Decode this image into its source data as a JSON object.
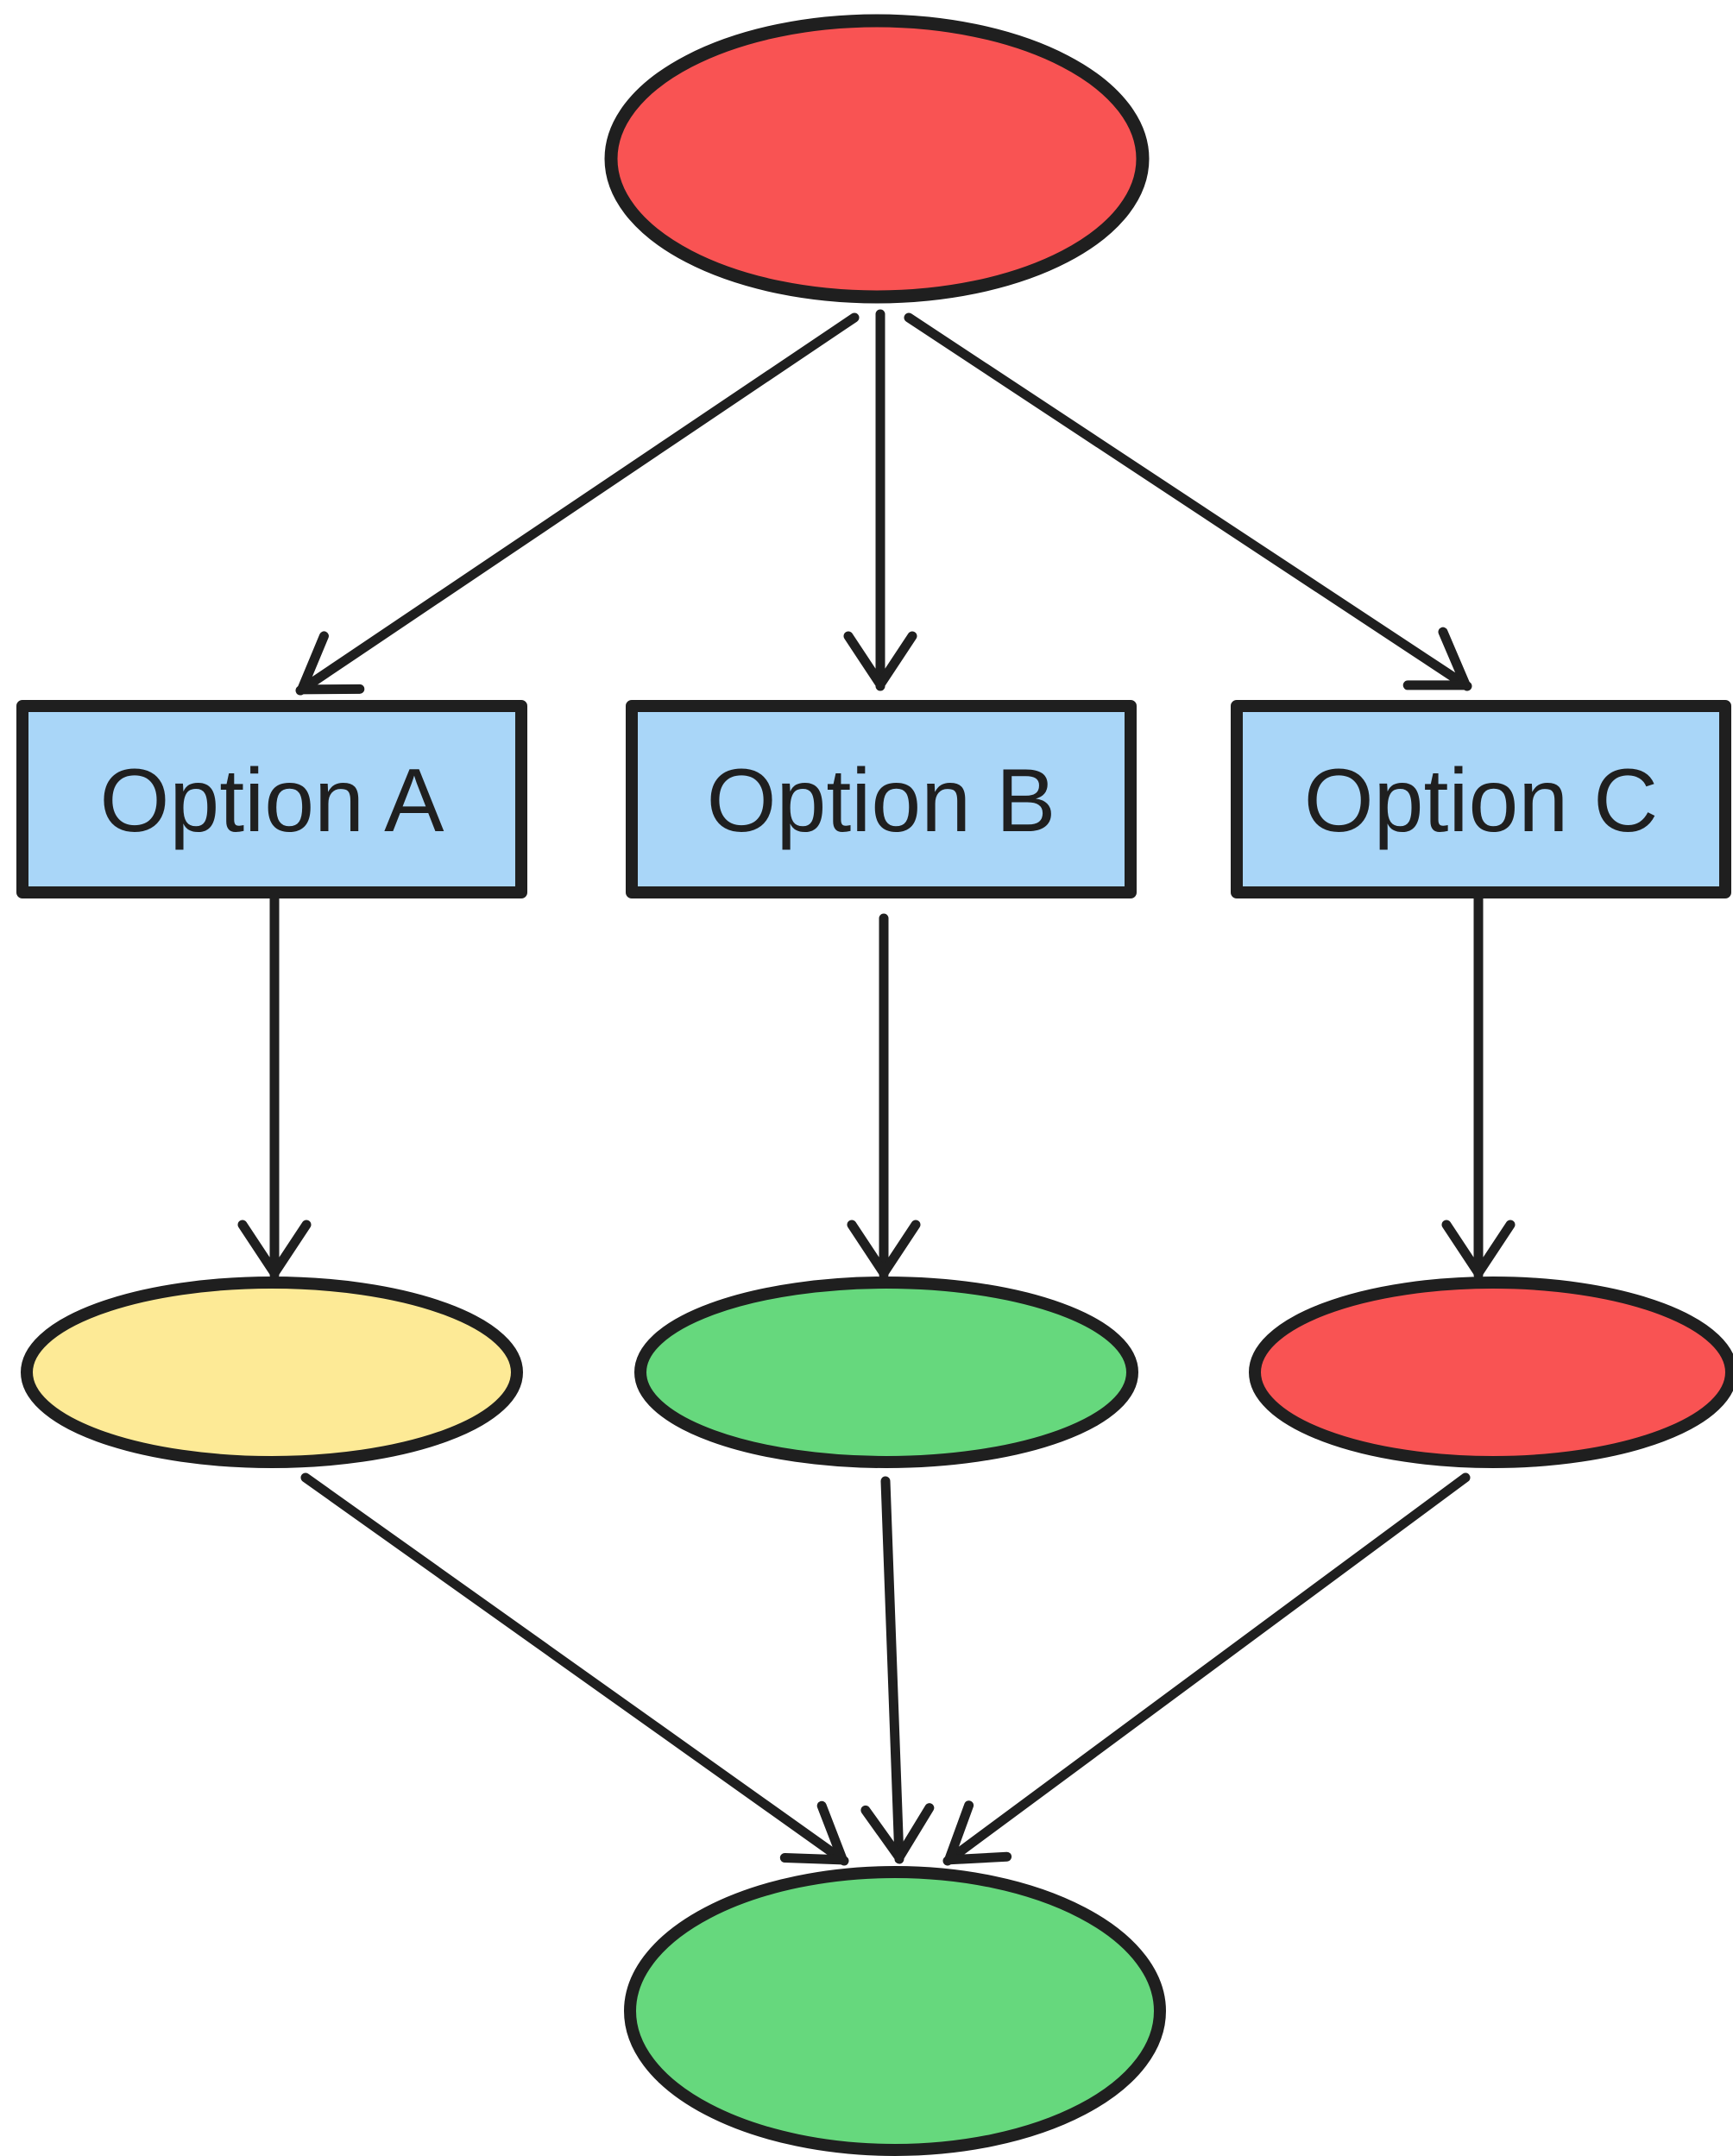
{
  "diagram": {
    "background": "#ffffff",
    "stroke_color": "#1f1f1f",
    "node_fill_blue": "#a9d6f8",
    "node_fill_red": "#f95353",
    "node_fill_yellow": "#fdea96",
    "node_fill_green": "#66d87d",
    "nodes": [
      {
        "id": "start",
        "shape": "ellipse",
        "label": "",
        "fill": "#f95353"
      },
      {
        "id": "option-a",
        "shape": "rect",
        "label": "Option A",
        "fill": "#a9d6f8"
      },
      {
        "id": "option-b",
        "shape": "rect",
        "label": "Option B",
        "fill": "#a9d6f8"
      },
      {
        "id": "option-c",
        "shape": "rect",
        "label": "Option C",
        "fill": "#a9d6f8"
      },
      {
        "id": "result-a",
        "shape": "ellipse",
        "label": "",
        "fill": "#fdea96"
      },
      {
        "id": "result-b",
        "shape": "ellipse",
        "label": "",
        "fill": "#66d87d"
      },
      {
        "id": "result-c",
        "shape": "ellipse",
        "label": "",
        "fill": "#f95353"
      },
      {
        "id": "end",
        "shape": "ellipse",
        "label": "",
        "fill": "#66d87d"
      }
    ],
    "edges": [
      {
        "from": "start",
        "to": "option-a"
      },
      {
        "from": "start",
        "to": "option-b"
      },
      {
        "from": "start",
        "to": "option-c"
      },
      {
        "from": "option-a",
        "to": "result-a"
      },
      {
        "from": "option-b",
        "to": "result-b"
      },
      {
        "from": "option-c",
        "to": "result-c"
      },
      {
        "from": "result-a",
        "to": "end"
      },
      {
        "from": "result-b",
        "to": "end"
      },
      {
        "from": "result-c",
        "to": "end"
      }
    ]
  }
}
